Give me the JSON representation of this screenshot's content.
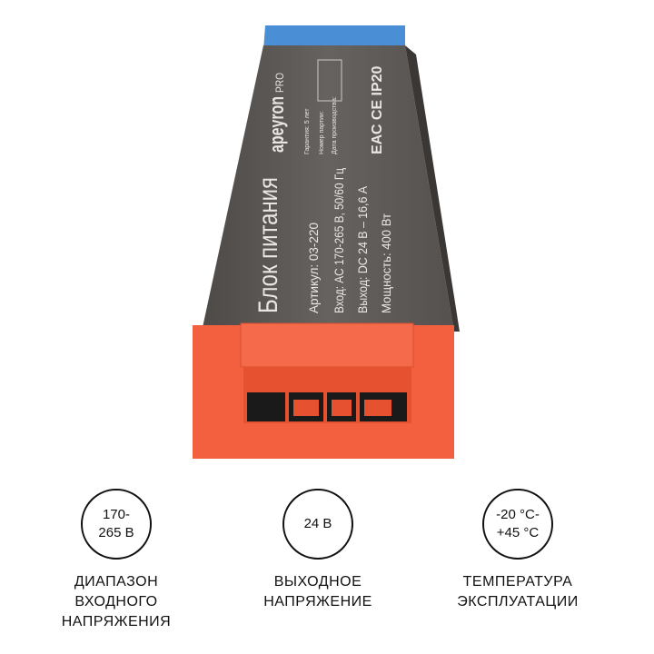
{
  "product": {
    "brand": "apeyron",
    "brand_suffix": "PRO",
    "title": "Блок питания",
    "specs": [
      "Артикул: 03-220",
      "Вход: AC 170-265 В, 50/60 Гц",
      "Выход: DC 24 В – 16,6 А",
      "Мощность: 400 Вт"
    ],
    "info": [
      "Гарантия: 5 лет",
      "Номер партии:",
      "Дата производства:"
    ],
    "marks": "ЕАС  CE  IP20",
    "colors": {
      "body": "#5f5b58",
      "cap_top": "#4a8fd6",
      "cap_bottom": "#f2603f"
    }
  },
  "features": [
    {
      "value": "170-\n265 В",
      "label": "ДИАПАЗОН\nВХОДНОГО\nНАПРЯЖЕНИЯ"
    },
    {
      "value": "24 В",
      "label": "ВЫХОДНОЕ\nНАПРЯЖЕНИЕ"
    },
    {
      "value": "-20 °C-\n+45 °C",
      "label": "ТЕМПЕРАТУРА\nЭКСПЛУАТАЦИИ"
    }
  ]
}
